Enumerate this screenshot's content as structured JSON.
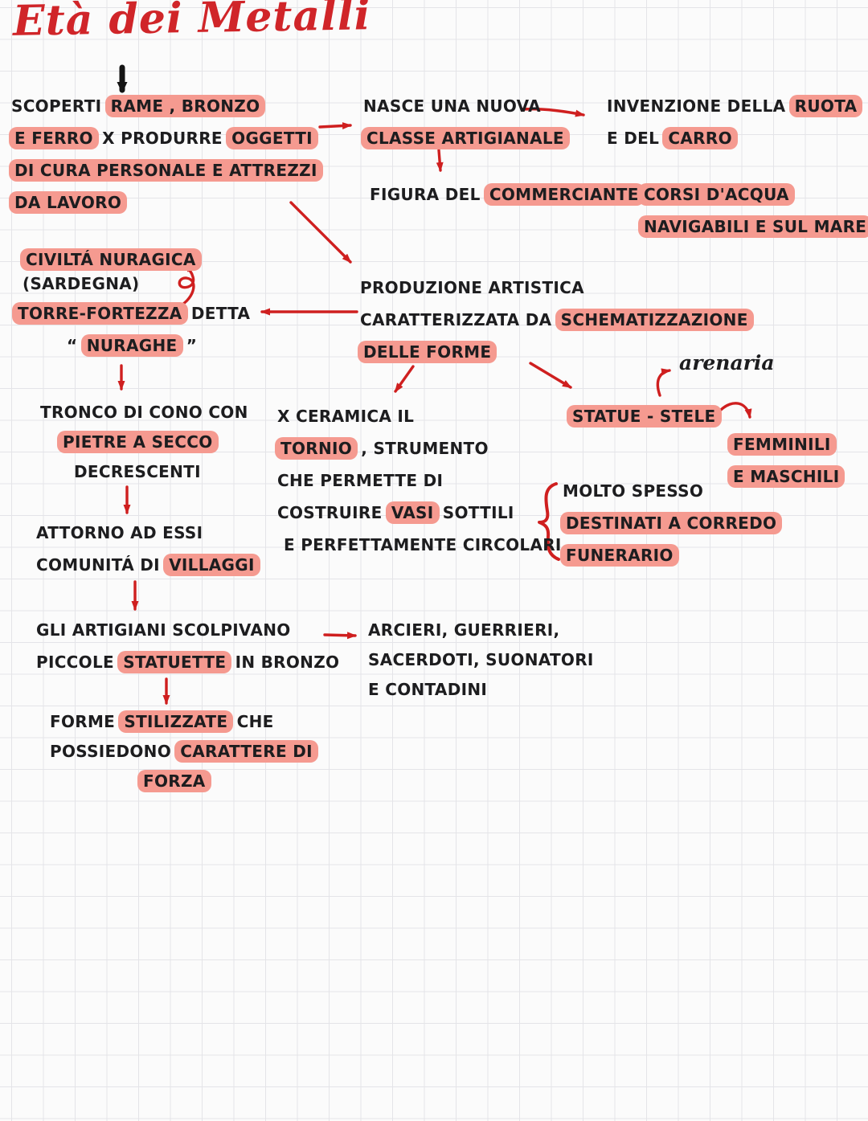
{
  "title": "Età dei Metalli",
  "colors": {
    "title_red": "#d02529",
    "arrow_red": "#cf1f1f",
    "highlight_pink": "#f59a90",
    "ink": "#1d1d1f",
    "paper": "#fbfbfb",
    "grid_line": "#e4e4e8"
  },
  "blocks": {
    "scoperti": {
      "lines": [
        [
          {
            "t": "SCOPERTI ",
            "h": false
          },
          {
            "t": "RAME , BRONZO",
            "h": true
          }
        ],
        [
          {
            "t": "E FERRO",
            "h": true
          },
          {
            "t": " X PRODURRE ",
            "h": false
          },
          {
            "t": "OGGETTI",
            "h": true
          }
        ],
        [
          {
            "t": "DI CURA PERSONALE E ATTREZZI",
            "h": true
          }
        ],
        [
          {
            "t": "DA LAVORO",
            "h": true
          }
        ]
      ]
    },
    "nasce": {
      "lines": [
        [
          {
            "t": "NASCE UNA NUOVA",
            "h": false
          }
        ],
        [
          {
            "t": "CLASSE ARTIGIANALE",
            "h": true
          }
        ]
      ]
    },
    "invenzione": {
      "lines": [
        [
          {
            "t": "INVENZIONE DELLA ",
            "h": false
          },
          {
            "t": "RUOTA",
            "h": true
          }
        ],
        [
          {
            "t": "E DEL ",
            "h": false
          },
          {
            "t": "CARRO",
            "h": true
          }
        ]
      ]
    },
    "figura": {
      "lines": [
        [
          {
            "t": "FIGURA DEL ",
            "h": false
          },
          {
            "t": "COMMERCIANTE",
            "h": true
          }
        ]
      ]
    },
    "corsi": {
      "lines": [
        [
          {
            "t": "CORSI D'ACQUA",
            "h": true
          }
        ],
        [
          {
            "t": "NAVIGABILI E SUL MARE",
            "h": true
          }
        ]
      ]
    },
    "nuragica": {
      "lines": [
        [
          {
            "t": "CIVILTÁ NURAGICA",
            "h": true
          }
        ],
        [
          {
            "t": "(SARDEGNA)",
            "h": false
          }
        ]
      ]
    },
    "torre": {
      "lines": [
        [
          {
            "t": "TORRE-FORTEZZA",
            "h": true
          },
          {
            "t": " DETTA",
            "h": false
          }
        ],
        [
          {
            "t": "“ ",
            "h": false
          },
          {
            "t": "NURAGHE",
            "h": true
          },
          {
            "t": " ”",
            "h": false
          }
        ]
      ]
    },
    "produzione": {
      "lines": [
        [
          {
            "t": "PRODUZIONE ARTISTICA",
            "h": false
          }
        ],
        [
          {
            "t": "CARATTERIZZATA DA ",
            "h": false
          },
          {
            "t": "SCHEMATIZZAZIONE",
            "h": true
          }
        ],
        [
          {
            "t": "DELLE FORME",
            "h": true
          }
        ]
      ]
    },
    "arenaria": {
      "lines": [
        [
          {
            "t": "arenaria",
            "h": false
          }
        ]
      ]
    },
    "tronco": {
      "lines": [
        [
          {
            "t": "TRONCO DI CONO CON",
            "h": false
          }
        ],
        [
          {
            "t": "PIETRE A SECCO",
            "h": true
          }
        ],
        [
          {
            "t": "DECRESCENTI",
            "h": false
          }
        ]
      ]
    },
    "attorno": {
      "lines": [
        [
          {
            "t": "ATTORNO AD ESSI",
            "h": false
          }
        ],
        [
          {
            "t": "COMUNITÁ DI ",
            "h": false
          },
          {
            "t": "VILLAGGI",
            "h": true
          }
        ]
      ]
    },
    "ceramica": {
      "lines": [
        [
          {
            "t": "X CERAMICA IL",
            "h": false
          }
        ],
        [
          {
            "t": "TORNIO",
            "h": true
          },
          {
            "t": " , STRUMENTO",
            "h": false
          }
        ],
        [
          {
            "t": "CHE PERMETTE DI",
            "h": false
          }
        ],
        [
          {
            "t": "COSTRUIRE ",
            "h": false
          },
          {
            "t": "VASI",
            "h": true
          },
          {
            "t": " SOTTILI",
            "h": false
          }
        ],
        [
          {
            "t": "E PERFETTAMENTE CIRCOLARI",
            "h": false
          }
        ]
      ]
    },
    "statue": {
      "lines": [
        [
          {
            "t": "STATUE - STELE",
            "h": true
          }
        ]
      ]
    },
    "femminili": {
      "lines": [
        [
          {
            "t": "FEMMINILI",
            "h": true
          }
        ],
        [
          {
            "t": "E MASCHILI",
            "h": true
          }
        ]
      ]
    },
    "molto": {
      "lines": [
        [
          {
            "t": "MOLTO SPESSO",
            "h": false
          }
        ],
        [
          {
            "t": "DESTINATI A CORREDO",
            "h": true
          }
        ],
        [
          {
            "t": "FUNERARIO",
            "h": true
          }
        ]
      ]
    },
    "artigiani": {
      "lines": [
        [
          {
            "t": "GLI ARTIGIANI SCOLPIVANO",
            "h": false
          }
        ],
        [
          {
            "t": "PICCOLE ",
            "h": false
          },
          {
            "t": "STATUETTE",
            "h": true
          },
          {
            "t": " IN BRONZO",
            "h": false
          }
        ]
      ]
    },
    "arcieri": {
      "lines": [
        [
          {
            "t": "ARCIERI, GUERRIERI,",
            "h": false
          }
        ],
        [
          {
            "t": "SACERDOTI, SUONATORI",
            "h": false
          }
        ],
        [
          {
            "t": "E CONTADINI",
            "h": false
          }
        ]
      ]
    },
    "forme": {
      "lines": [
        [
          {
            "t": "FORME ",
            "h": false
          },
          {
            "t": "STILIZZATE",
            "h": true
          },
          {
            "t": " CHE",
            "h": false
          }
        ],
        [
          {
            "t": "POSSIEDONO ",
            "h": false
          },
          {
            "t": "CARATTERE DI",
            "h": true
          }
        ],
        [
          {
            "t": "FORZA",
            "h": true
          }
        ]
      ]
    }
  }
}
